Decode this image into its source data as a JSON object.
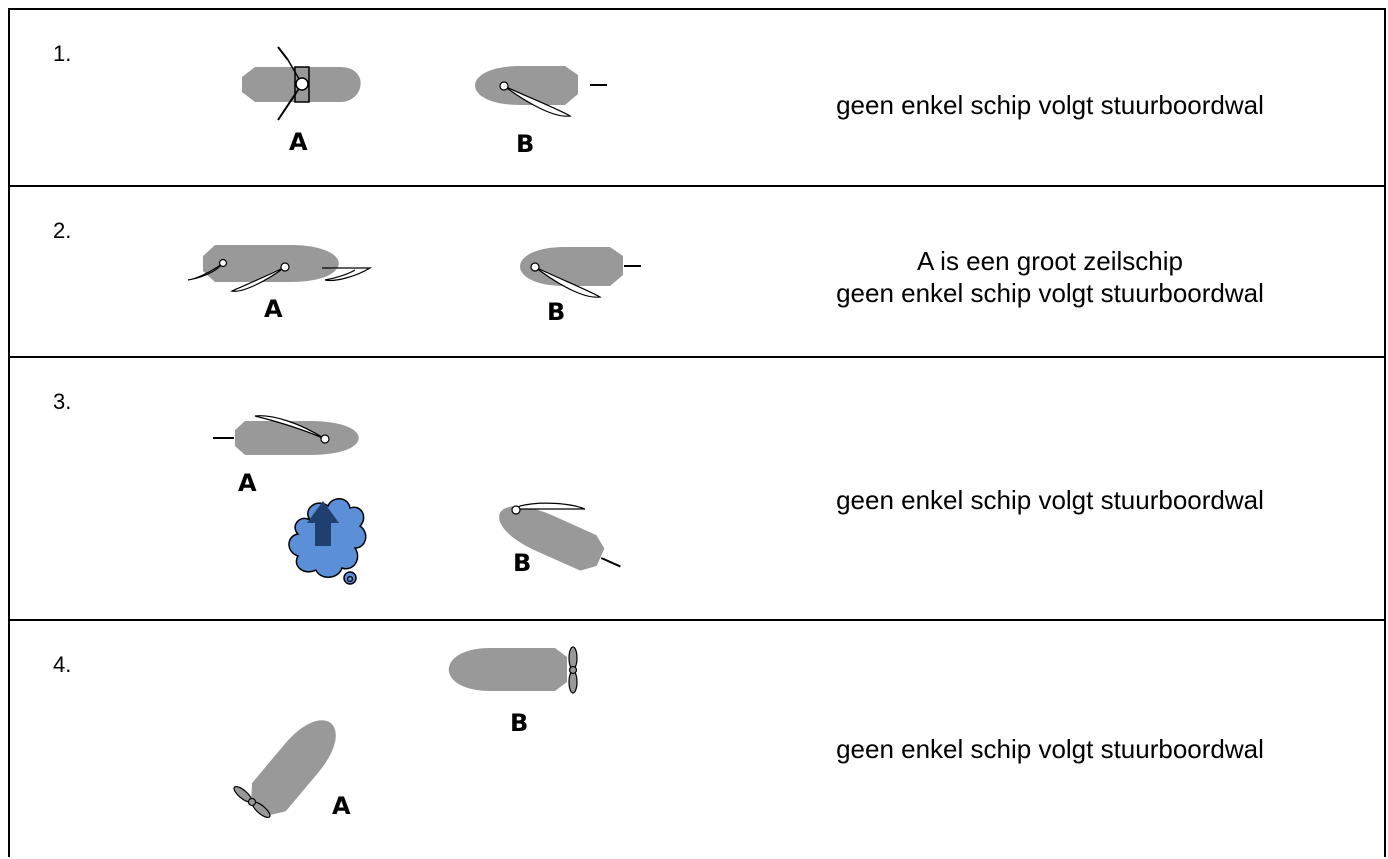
{
  "rows": [
    {
      "number": "1.",
      "label_a": "A",
      "label_b": "B",
      "description": [
        "geen enkel schip volgt stuurboordwal"
      ]
    },
    {
      "number": "2.",
      "label_a": "A",
      "label_b": "B",
      "description": [
        "A is een groot zeilschip",
        "geen enkel schip volgt stuurboordwal"
      ]
    },
    {
      "number": "3.",
      "label_a": "A",
      "label_b": "B",
      "description": [
        "geen enkel schip volgt stuurboordwal"
      ]
    },
    {
      "number": "4.",
      "label_a": "A",
      "label_b": "B",
      "description": [
        "geen enkel schip volgt stuurboordwal"
      ]
    }
  ],
  "colors": {
    "hull": "#999999",
    "cloud": "#5b8fd8",
    "arrow": "#1f3f6e"
  }
}
